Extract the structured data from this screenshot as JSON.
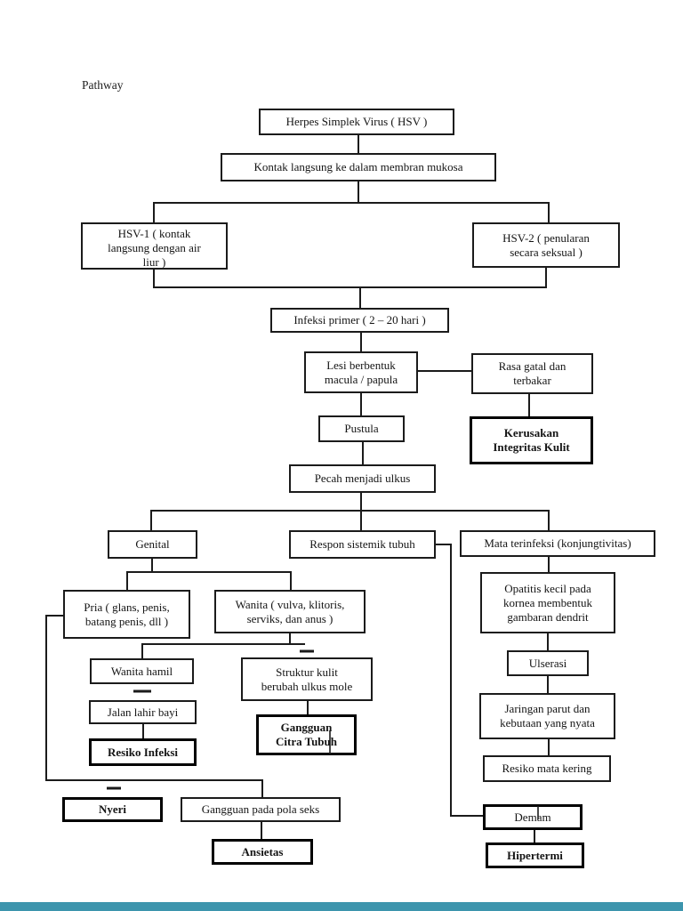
{
  "page": {
    "label": "Pathway"
  },
  "colors": {
    "line": "#1b1b1b",
    "footer_bar": "#3d95ad"
  },
  "nodes": [
    {
      "id": "herpes-simplex-virus",
      "label": "Herpes Simplek Virus ( HSV )"
    },
    {
      "id": "kontak-langsung",
      "label": "Kontak langsung ke dalam membran mukosa"
    },
    {
      "id": "hsv-1",
      "label": "HSV-1 ( kontak\nlangsung dengan air\nliur )"
    },
    {
      "id": "hsv-2",
      "label": "HSV-2 ( penularan\nsecara seksual )"
    },
    {
      "id": "infeksi-primer",
      "label": "Infeksi primer ( 2 – 20 hari )"
    },
    {
      "id": "lesi-berbentuk",
      "label": "Lesi berbentuk\nmacula / papula"
    },
    {
      "id": "rasa-gatal",
      "label": "Rasa gatal dan\nterbakar"
    },
    {
      "id": "pustula",
      "label": "Pustula"
    },
    {
      "id": "kerusakan-integritas-kulit",
      "label": "Kerusakan\nIntegritas Kulit"
    },
    {
      "id": "pecah-menjadi-ulkus",
      "label": "Pecah menjadi ulkus"
    },
    {
      "id": "genital",
      "label": "Genital"
    },
    {
      "id": "respon-sistemik",
      "label": "Respon sistemik tubuh"
    },
    {
      "id": "mata-terinfeksi",
      "label": "Mata terinfeksi (konjungtivitas)"
    },
    {
      "id": "pria",
      "label": "Pria ( glans, penis,\nbatang penis, dll )"
    },
    {
      "id": "wanita",
      "label": "Wanita ( vulva, klitoris,\nserviks, dan anus )"
    },
    {
      "id": "wanita-hamil",
      "label": "Wanita hamil"
    },
    {
      "id": "struktur-kulit",
      "label": "Struktur kulit\nberubah ulkus mole"
    },
    {
      "id": "jalan-lahir-bayi",
      "label": "Jalan lahir bayi"
    },
    {
      "id": "resiko-infeksi",
      "label": "Resiko Infeksi"
    },
    {
      "id": "gangguan-citra-tubuh",
      "label": "Gangguan\nCitra Tubuh"
    },
    {
      "id": "nyeri",
      "label": "Nyeri"
    },
    {
      "id": "gangguan-pola-seks",
      "label": "Gangguan pada pola seks"
    },
    {
      "id": "ansietas",
      "label": "Ansietas"
    },
    {
      "id": "opatitis",
      "label": "Opatitis kecil pada\nkornea membentuk\ngambaran dendrit"
    },
    {
      "id": "ulserasi",
      "label": "Ulserasi"
    },
    {
      "id": "jaringan-parut",
      "label": "Jaringan parut dan\nkebutaan yang nyata"
    },
    {
      "id": "resiko-mata-kering",
      "label": "Resiko mata kering"
    },
    {
      "id": "demam",
      "label": "Demam"
    },
    {
      "id": "hipertermi",
      "label": "Hipertermi"
    }
  ]
}
